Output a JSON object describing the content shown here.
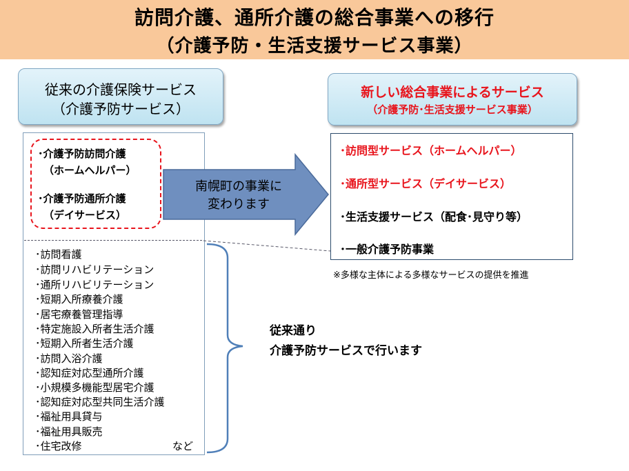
{
  "header": {
    "title": "訪問介護、通所介護の総合事業への移行",
    "subtitle": "（介護予防・生活支援サービス事業）"
  },
  "old_service": {
    "heading_line1": "従来の介護保険サービス",
    "heading_line2": "（介護予防サービス）",
    "highlighted_items": [
      {
        "line1": "･介護予防訪問介護",
        "line2": "（ホームヘルパー）"
      },
      {
        "line1": "･介護予防通所介護",
        "line2": "（デイサービス）"
      }
    ],
    "other_items": [
      "･訪問看護",
      "･訪問リハビリテーション",
      "･通所リハビリテーション",
      "･短期入所療養介護",
      "･居宅療養管理指導",
      "･特定施設入所者生活介護",
      "･短期入所者生活介護",
      "･訪問入浴介護",
      "･認知症対応型通所介護",
      "･小規模多機能型居宅介護",
      "･認知症対応型共同生活介護",
      "･福祉用具貸与",
      "･福祉用具販売",
      "･住宅改修"
    ],
    "etc_label": "など"
  },
  "arrow": {
    "line1": "南幌町の事業に",
    "line2": "変わります"
  },
  "new_service": {
    "heading_line1": "新しい総合事業によるサービス",
    "heading_line2": "（介護予防･生活支援サービス事業）",
    "items": [
      "･訪問型サービス（ホームヘルパー）",
      "･通所型サービス（デイサービス）",
      "･生活支援サービス（配食･見守り等）",
      "･一般介護予防事業"
    ],
    "footnote": "※多様な主体による多様なサービスの提供を推進"
  },
  "continuation": {
    "line1": "従来通り",
    "line2": "介護予防サービスで行います"
  },
  "colors": {
    "header_bg": "#f9c89a",
    "accent_red": "#e8141c",
    "arrow_fill": "#6f8fbf",
    "box_border": "#7fa6c3"
  }
}
